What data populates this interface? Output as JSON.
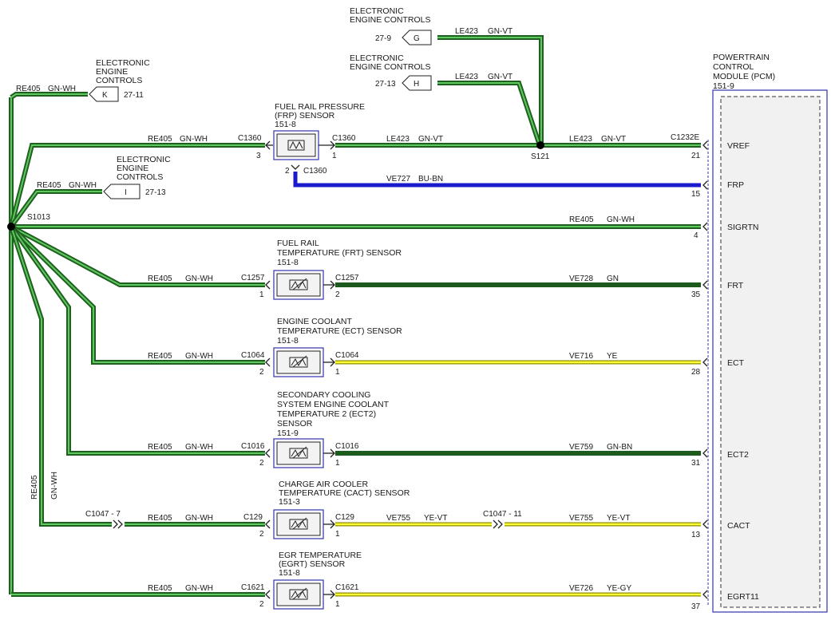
{
  "pcm": {
    "title_lines": [
      "POWERTRAIN",
      "CONTROL",
      "MODULE (PCM)",
      "151-9"
    ],
    "pins": [
      {
        "name": "VREF",
        "pin": "21"
      },
      {
        "name": "FRP",
        "pin": "15"
      },
      {
        "name": "SIGRTN",
        "pin": "4"
      },
      {
        "name": "FRT",
        "pin": "35"
      },
      {
        "name": "ECT",
        "pin": "28"
      },
      {
        "name": "ECT2",
        "pin": "31"
      },
      {
        "name": "CACT",
        "pin": "13"
      },
      {
        "name": "EGRT11",
        "pin": "37"
      }
    ],
    "connector": "C1232E"
  },
  "splices": {
    "s1013": "S1013",
    "s121": "S121"
  },
  "offpage": [
    {
      "letter": "G",
      "ref": "27-9",
      "lines": [
        "ELECTRONIC",
        "ENGINE CONTROLS"
      ]
    },
    {
      "letter": "H",
      "ref": "27-13",
      "lines": [
        "ELECTRONIC",
        "ENGINE CONTROLS"
      ]
    },
    {
      "letter": "K",
      "ref": "27-11",
      "lines": [
        "ELECTRONIC",
        "ENGINE",
        "CONTROLS"
      ]
    },
    {
      "letter": "I",
      "ref": "27-13",
      "lines": [
        "ELECTRONIC",
        "ENGINE",
        "CONTROLS"
      ]
    }
  ],
  "sensors": [
    {
      "lines": [
        "FUEL RAIL PRESSURE",
        "(FRP) SENSOR",
        "151-8"
      ],
      "conn": "C1360",
      "pin_l": "3",
      "pin_r": "1",
      "pin_b": "2",
      "conn_b": "C1360"
    },
    {
      "lines": [
        "FUEL RAIL",
        "TEMPERATURE (FRT) SENSOR",
        "151-8"
      ],
      "conn": "C1257",
      "pin_l": "1",
      "pin_r": "2"
    },
    {
      "lines": [
        "ENGINE COOLANT",
        "TEMPERATURE (ECT) SENSOR",
        "151-8"
      ],
      "conn": "C1064",
      "pin_l": "2",
      "pin_r": "1"
    },
    {
      "lines": [
        "SECONDARY COOLING",
        "SYSTEM ENGINE COOLANT",
        "TEMPERATURE 2 (ECT2)",
        "SENSOR",
        "151-9"
      ],
      "conn": "C1016",
      "pin_l": "2",
      "pin_r": "1"
    },
    {
      "lines": [
        "CHARGE AIR COOLER",
        "TEMPERATURE (CACT) SENSOR",
        "151-3"
      ],
      "conn": "C129",
      "pin_l": "2",
      "pin_r": "1"
    },
    {
      "lines": [
        "EGR TEMPERATURE",
        "(EGRT) SENSOR",
        "151-8"
      ],
      "conn": "C1621",
      "pin_l": "2",
      "pin_r": "1"
    }
  ],
  "wires": {
    "re405": "RE405",
    "gnwh": "GN-WH",
    "le423": "LE423",
    "gnvt": "GN-VT",
    "ve727": "VE727",
    "bubn": "BU-BN",
    "ve728": "VE728",
    "gn": "GN",
    "ve716": "VE716",
    "ye": "YE",
    "ve759": "VE759",
    "gnbn": "GN-BN",
    "ve755": "VE755",
    "yevt": "YE-VT",
    "ve726": "VE726",
    "yegy": "YE-GY"
  },
  "inline": {
    "c1047_7": "C1047 - 7",
    "c1047_11": "C1047 - 11"
  }
}
